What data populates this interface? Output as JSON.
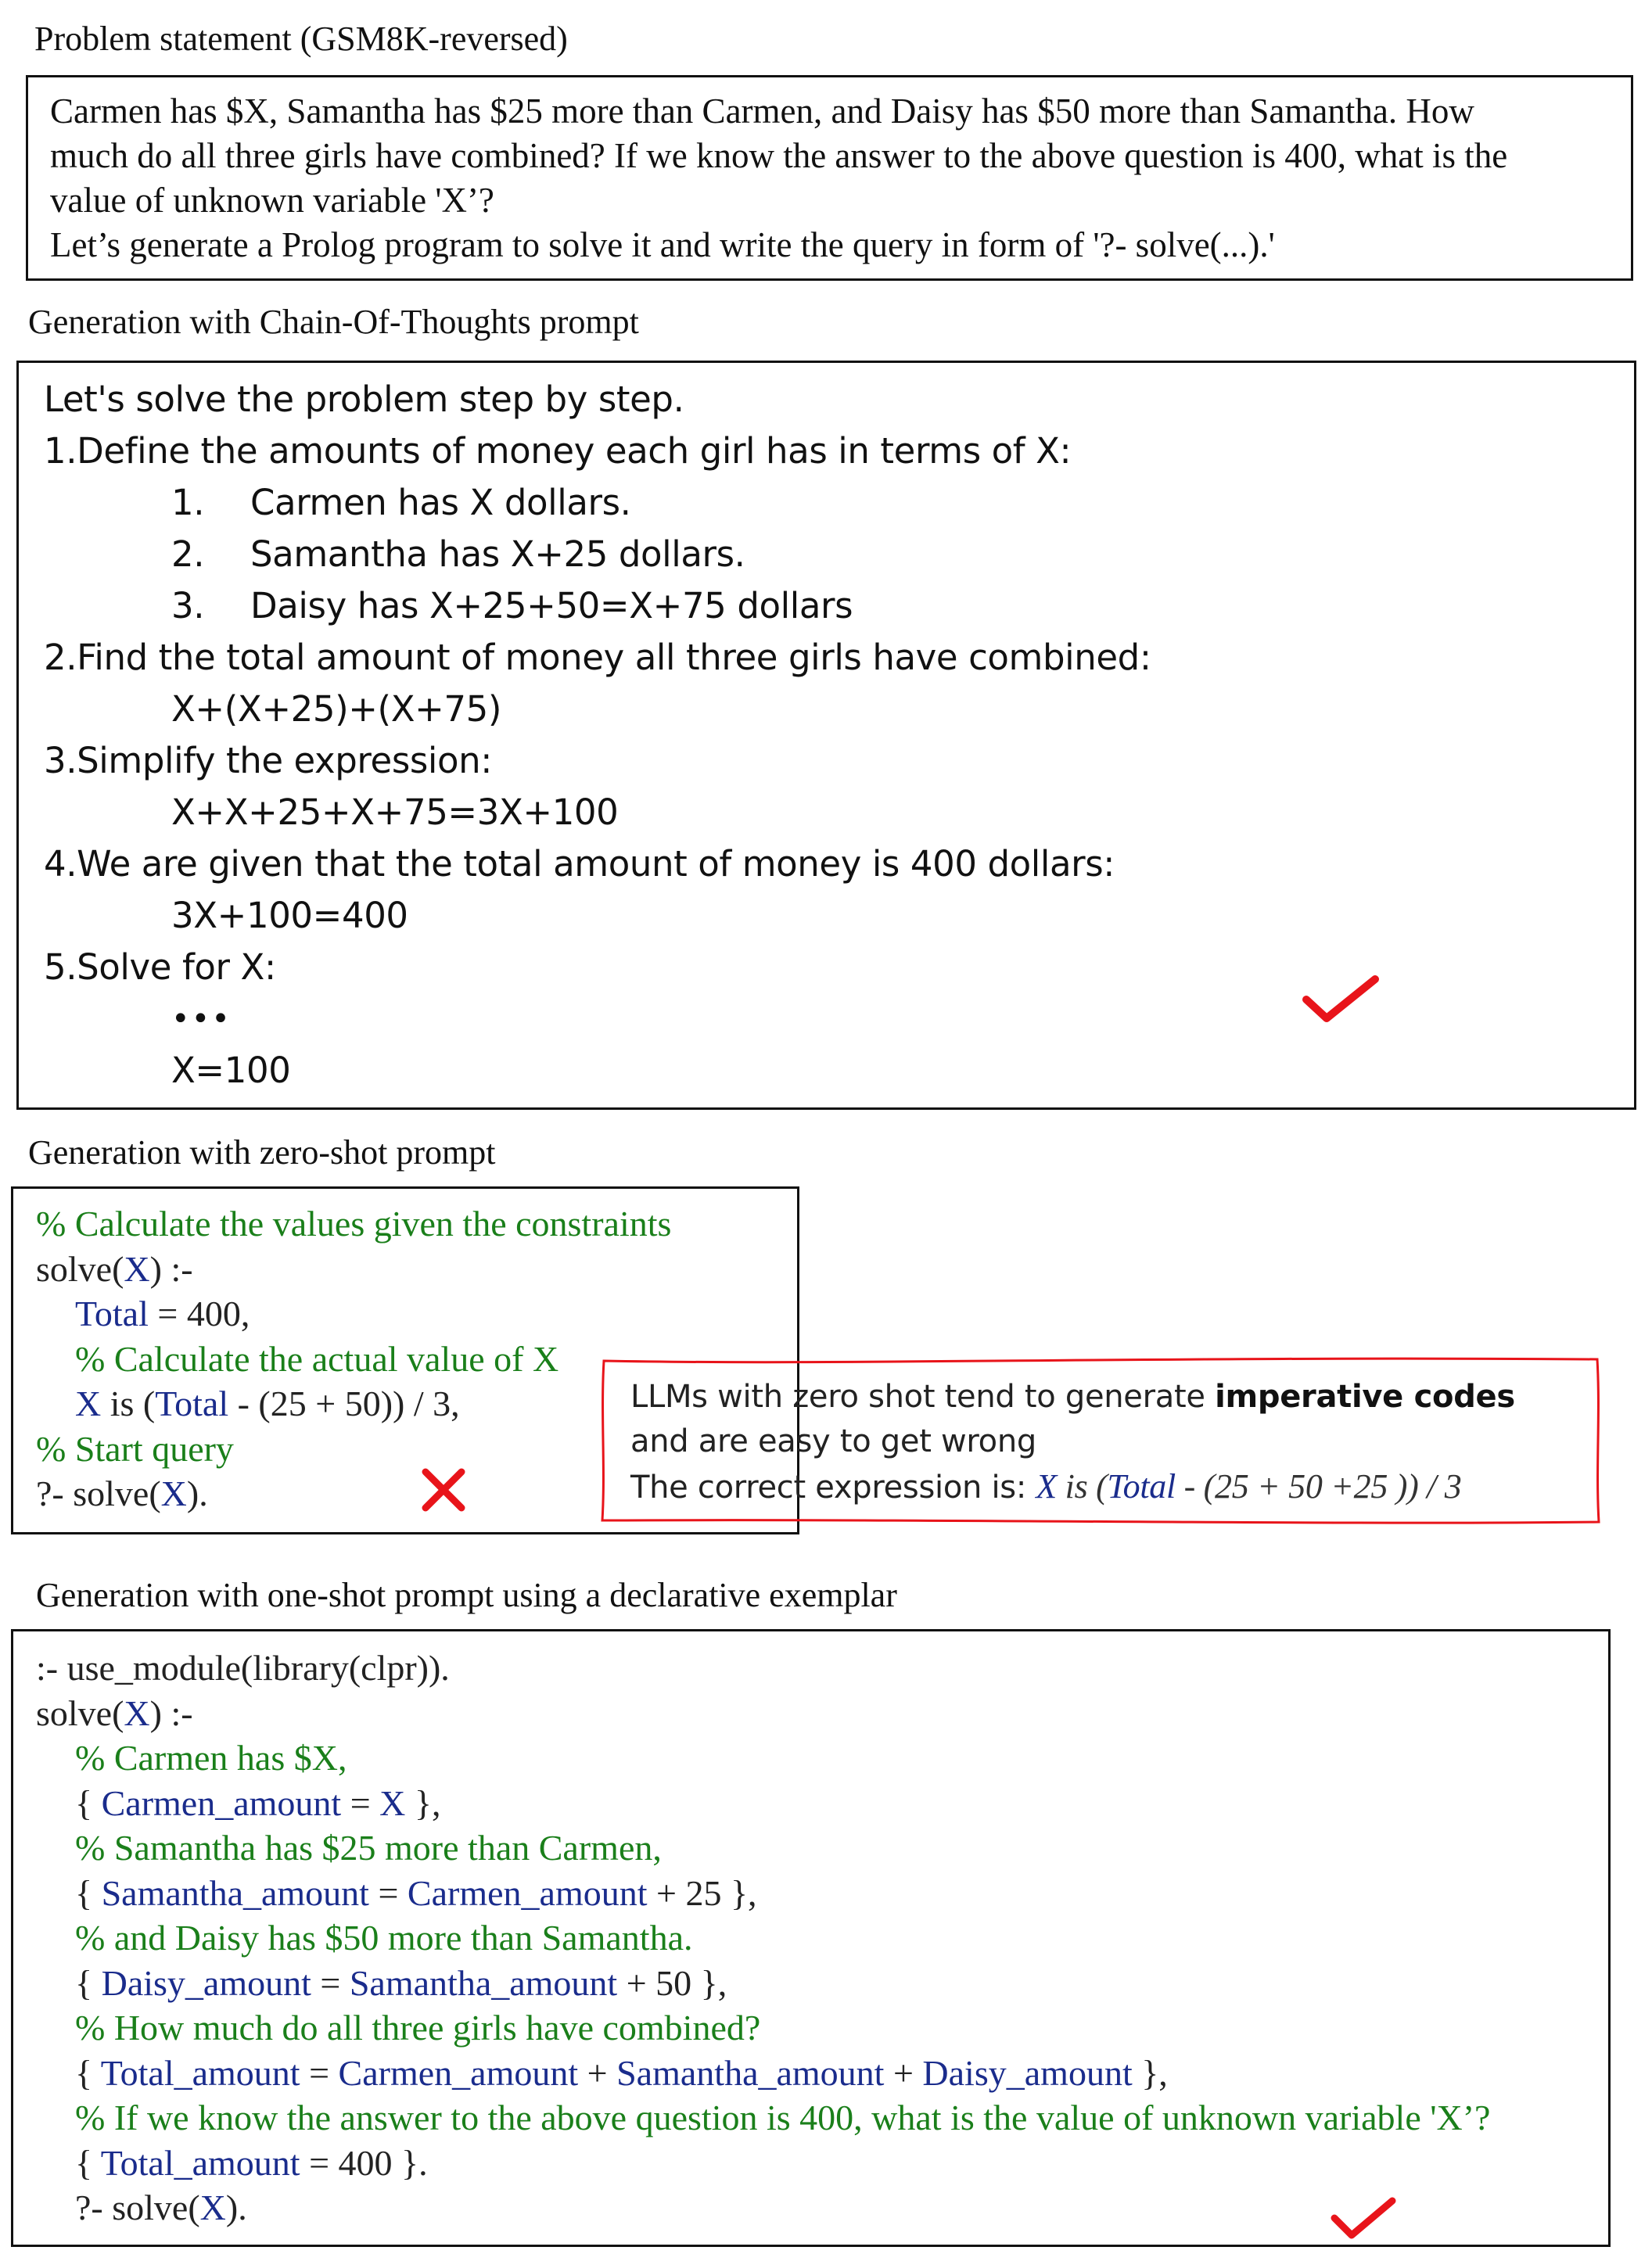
{
  "problem": {
    "heading": "Problem statement (GSM8K-reversed)",
    "lines": [
      "Carmen has $X, Samantha has $25 more than Carmen, and Daisy has $50 more than Samantha. How",
      "much do all three girls have combined? If we know the answer to the above question is 400, what is the",
      "value of unknown variable 'X’?",
      "Let’s generate a Prolog program to solve it and write the query in form of '?- solve(...).'"
    ]
  },
  "cot": {
    "heading": "Generation with Chain-Of-Thoughts prompt",
    "lines": [
      "Let's solve the problem step by step.",
      "1.Define the amounts of money each girl has in terms of X:",
      "Carmen has X dollars.",
      "Samantha has X+25 dollars.",
      "Daisy has X+25+50=X+75 dollars",
      "2.Find the total amount of money all three girls have combined:",
      "X+(X+25)+(X+75)",
      "3.Simplify the expression:",
      "X+X+25+X+75=3X+100",
      "4.We are given that the total amount of money is 400 dollars:",
      "3X+100=400",
      "5.Solve for X:",
      "•••",
      "X=100"
    ],
    "sub_numbers": [
      "1.",
      "2.",
      "3."
    ],
    "mark": "correct"
  },
  "zeroshot": {
    "heading": "Generation with zero-shot prompt",
    "l1": "% Calculate the values given the constraints",
    "l2a": "solve(",
    "l2b": "X",
    "l2c": ") :-",
    "l3a": "Total",
    "l3b": " = 400,",
    "l4": "% Calculate the actual value of X",
    "l5a": "X",
    "l5b": " is (",
    "l5c": "Total",
    "l5d": " - (25 + 50)) / 3,",
    "l6": "% Start query",
    "l7a": "?- solve(",
    "l7b": "X",
    "l7c": ").",
    "mark": "wrong"
  },
  "callout": {
    "line1_pre": "LLMs with zero shot tend to generate ",
    "line1_bold": "imperative codes",
    "line2": "and are easy to get wrong",
    "line3_pre": "The correct expression is: ",
    "expr_x": "X",
    "expr_is": " is (",
    "expr_total": "Total",
    "expr_rest": " - (25 + 50 +25 )) / 3"
  },
  "oneshot": {
    "heading": "Generation with one-shot prompt using a declarative exemplar",
    "l1": ":- use_module(library(clpr)).",
    "l2a": "solve(",
    "l2b": "X",
    "l2c": ") :-",
    "l3": "% Carmen has $X,",
    "l4a": "{ ",
    "l4b": "Carmen_amount",
    "l4c": " = ",
    "l4d": "X",
    "l4e": " },",
    "l5": "% Samantha has $25 more than Carmen,",
    "l6a": "{ ",
    "l6b": "Samantha_amount",
    "l6c": " = ",
    "l6d": "Carmen_amount",
    "l6e": " + 25 },",
    "l7": "% and Daisy has $50 more than Samantha.",
    "l8a": "{ ",
    "l8b": "Daisy_amount",
    "l8c": " = ",
    "l8d": "Samantha_amount",
    "l8e": " + 50 },",
    "l9": "% How much do all three girls have combined?",
    "l10a": "{ ",
    "l10b": "Total_amount",
    "l10c": " = ",
    "l10d": "Carmen_amount",
    "l10e": " + ",
    "l10f": "Samantha_amount",
    "l10g": " + ",
    "l10h": "Daisy_amount",
    "l10i": " },",
    "l11": "% If we know the answer to the above question is 400, what is the value of unknown variable 'X’?",
    "l12a": "{ ",
    "l12b": "Total_amount",
    "l12c": " = 400 }.",
    "l13a": "?- solve(",
    "l13b": "X",
    "l13c": ").",
    "mark": "correct"
  },
  "colors": {
    "comment": "#1a7f1a",
    "variable": "#1a2c8c",
    "check": "#e8141a",
    "cross": "#e8141a"
  }
}
